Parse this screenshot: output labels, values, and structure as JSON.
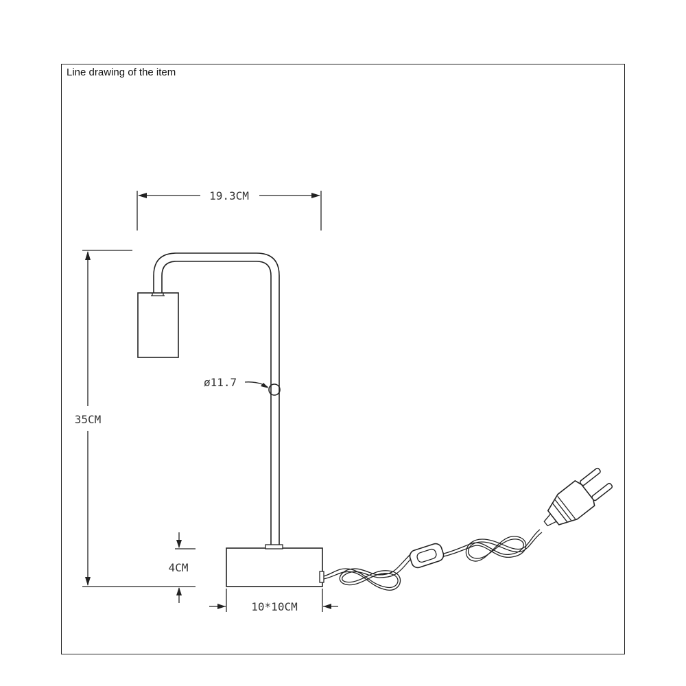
{
  "caption": "Line drawing of the item",
  "dimensions": {
    "width_top": "19.3CM",
    "height_total": "35CM",
    "tube_diameter": "ø11.7",
    "base_height": "4CM",
    "base_size": "10*10CM"
  },
  "colors": {
    "line": "#222222",
    "text": "#333333",
    "background": "#ffffff"
  }
}
